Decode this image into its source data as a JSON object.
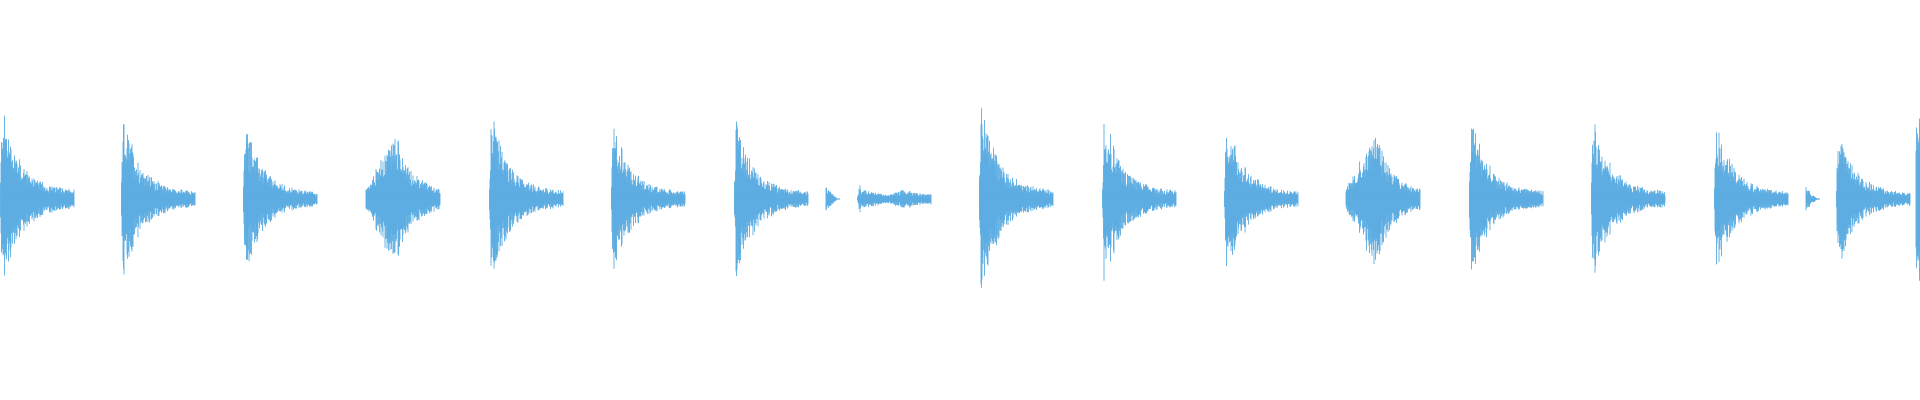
{
  "waveform": {
    "color": "#5DADE2",
    "channels": 1,
    "hits": [
      {
        "peak": 0.98,
        "shape": "attack"
      },
      {
        "peak": 0.85,
        "shape": "attack"
      },
      {
        "peak": 0.78,
        "shape": "attack"
      },
      {
        "peak": 0.7,
        "shape": "swell"
      },
      {
        "peak": 0.9,
        "shape": "attack"
      },
      {
        "peak": 0.8,
        "shape": "attack"
      },
      {
        "peak": 0.84,
        "shape": "attack"
      },
      {
        "peak": 0.12,
        "shape": "tick"
      },
      {
        "peak": 0.2,
        "shape": "flat"
      },
      {
        "peak": 0.98,
        "shape": "attack"
      },
      {
        "peak": 0.9,
        "shape": "attack"
      },
      {
        "peak": 0.84,
        "shape": "attack"
      },
      {
        "peak": 0.7,
        "shape": "swell"
      },
      {
        "peak": 0.84,
        "shape": "attack"
      },
      {
        "peak": 0.86,
        "shape": "attack"
      },
      {
        "peak": 0.78,
        "shape": "attack"
      },
      {
        "peak": 0.12,
        "shape": "tick"
      },
      {
        "peak": 0.72,
        "shape": "attack"
      },
      {
        "peak": 0.92,
        "shape": "cut"
      }
    ]
  }
}
